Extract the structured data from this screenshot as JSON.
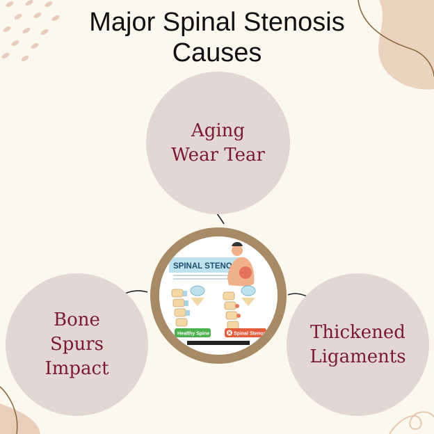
{
  "title_line1": "Major Spinal Stenosis",
  "title_line2": "Causes",
  "causes": {
    "top": {
      "line1": "Aging",
      "line2": "Wear Tear"
    },
    "left": {
      "line1": "Bone",
      "line2": "Spurs",
      "line3": "Impact"
    },
    "right": {
      "line1": "Thickened",
      "line2": "Ligaments"
    }
  },
  "center_image": {
    "heading": "SPINAL STENOSIS",
    "healthy_label": "Healthy Spine",
    "stenosis_label": "Spinal Stenosis"
  },
  "colors": {
    "background": "#fcf8ee",
    "bubble": "#e3d8d1",
    "text_maroon": "#7a1838",
    "ring": "#a78a66"
  }
}
